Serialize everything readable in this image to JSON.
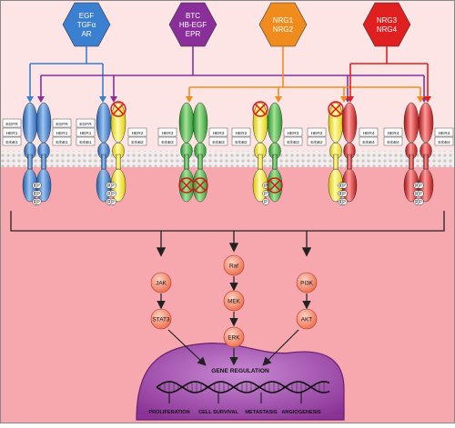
{
  "ligands": [
    {
      "lines": [
        "EGF",
        "TGFα",
        "AR"
      ],
      "color": "#3b7fd0",
      "target": "EGFR / HER1 / ErbB1"
    },
    {
      "lines": [
        "BTC",
        "HB-EGF",
        "EPR"
      ],
      "color": "#8a2e9a",
      "target": "EGFR and HER4"
    },
    {
      "lines": [
        "NRG1",
        "NRG2"
      ],
      "color": "#f08c1e",
      "target": "HER3 and HER4"
    },
    {
      "lines": [
        "NRG3",
        "NRG4"
      ],
      "color": "#e02020",
      "target": "HER4 / ErbB4"
    }
  ],
  "receptor_labels": {
    "egfr": [
      "EGFR",
      "HER1",
      "ErbB1"
    ],
    "her2": [
      "HER2",
      "ErbB2"
    ],
    "her3": [
      "HER3",
      "ErbB3"
    ],
    "her4": [
      "HER4",
      "ErbB4"
    ]
  },
  "phospho_label": "P",
  "pathways": {
    "jak": "JAK",
    "stat3": "STAT3",
    "raf": "Raf",
    "mek": "MEK",
    "erk": "ERK",
    "pi3k": "PI3K",
    "akt": "AKT"
  },
  "nucleus": {
    "title": "GENE REGULATION",
    "outcomes": [
      "PROLIFERATION",
      "CELL SURVIVAL",
      "METASTASIS",
      "ANGIOGENESIS"
    ]
  },
  "colors": {
    "egfr": "#3b7fd0",
    "her2": "#f2e200",
    "her3": "#3caa3c",
    "her4": "#d42020",
    "extracellular": "#fde5e5",
    "cytoplasm": "#f7a7ae",
    "nucleus": "#9c3fa8",
    "node": "#f3785a"
  }
}
